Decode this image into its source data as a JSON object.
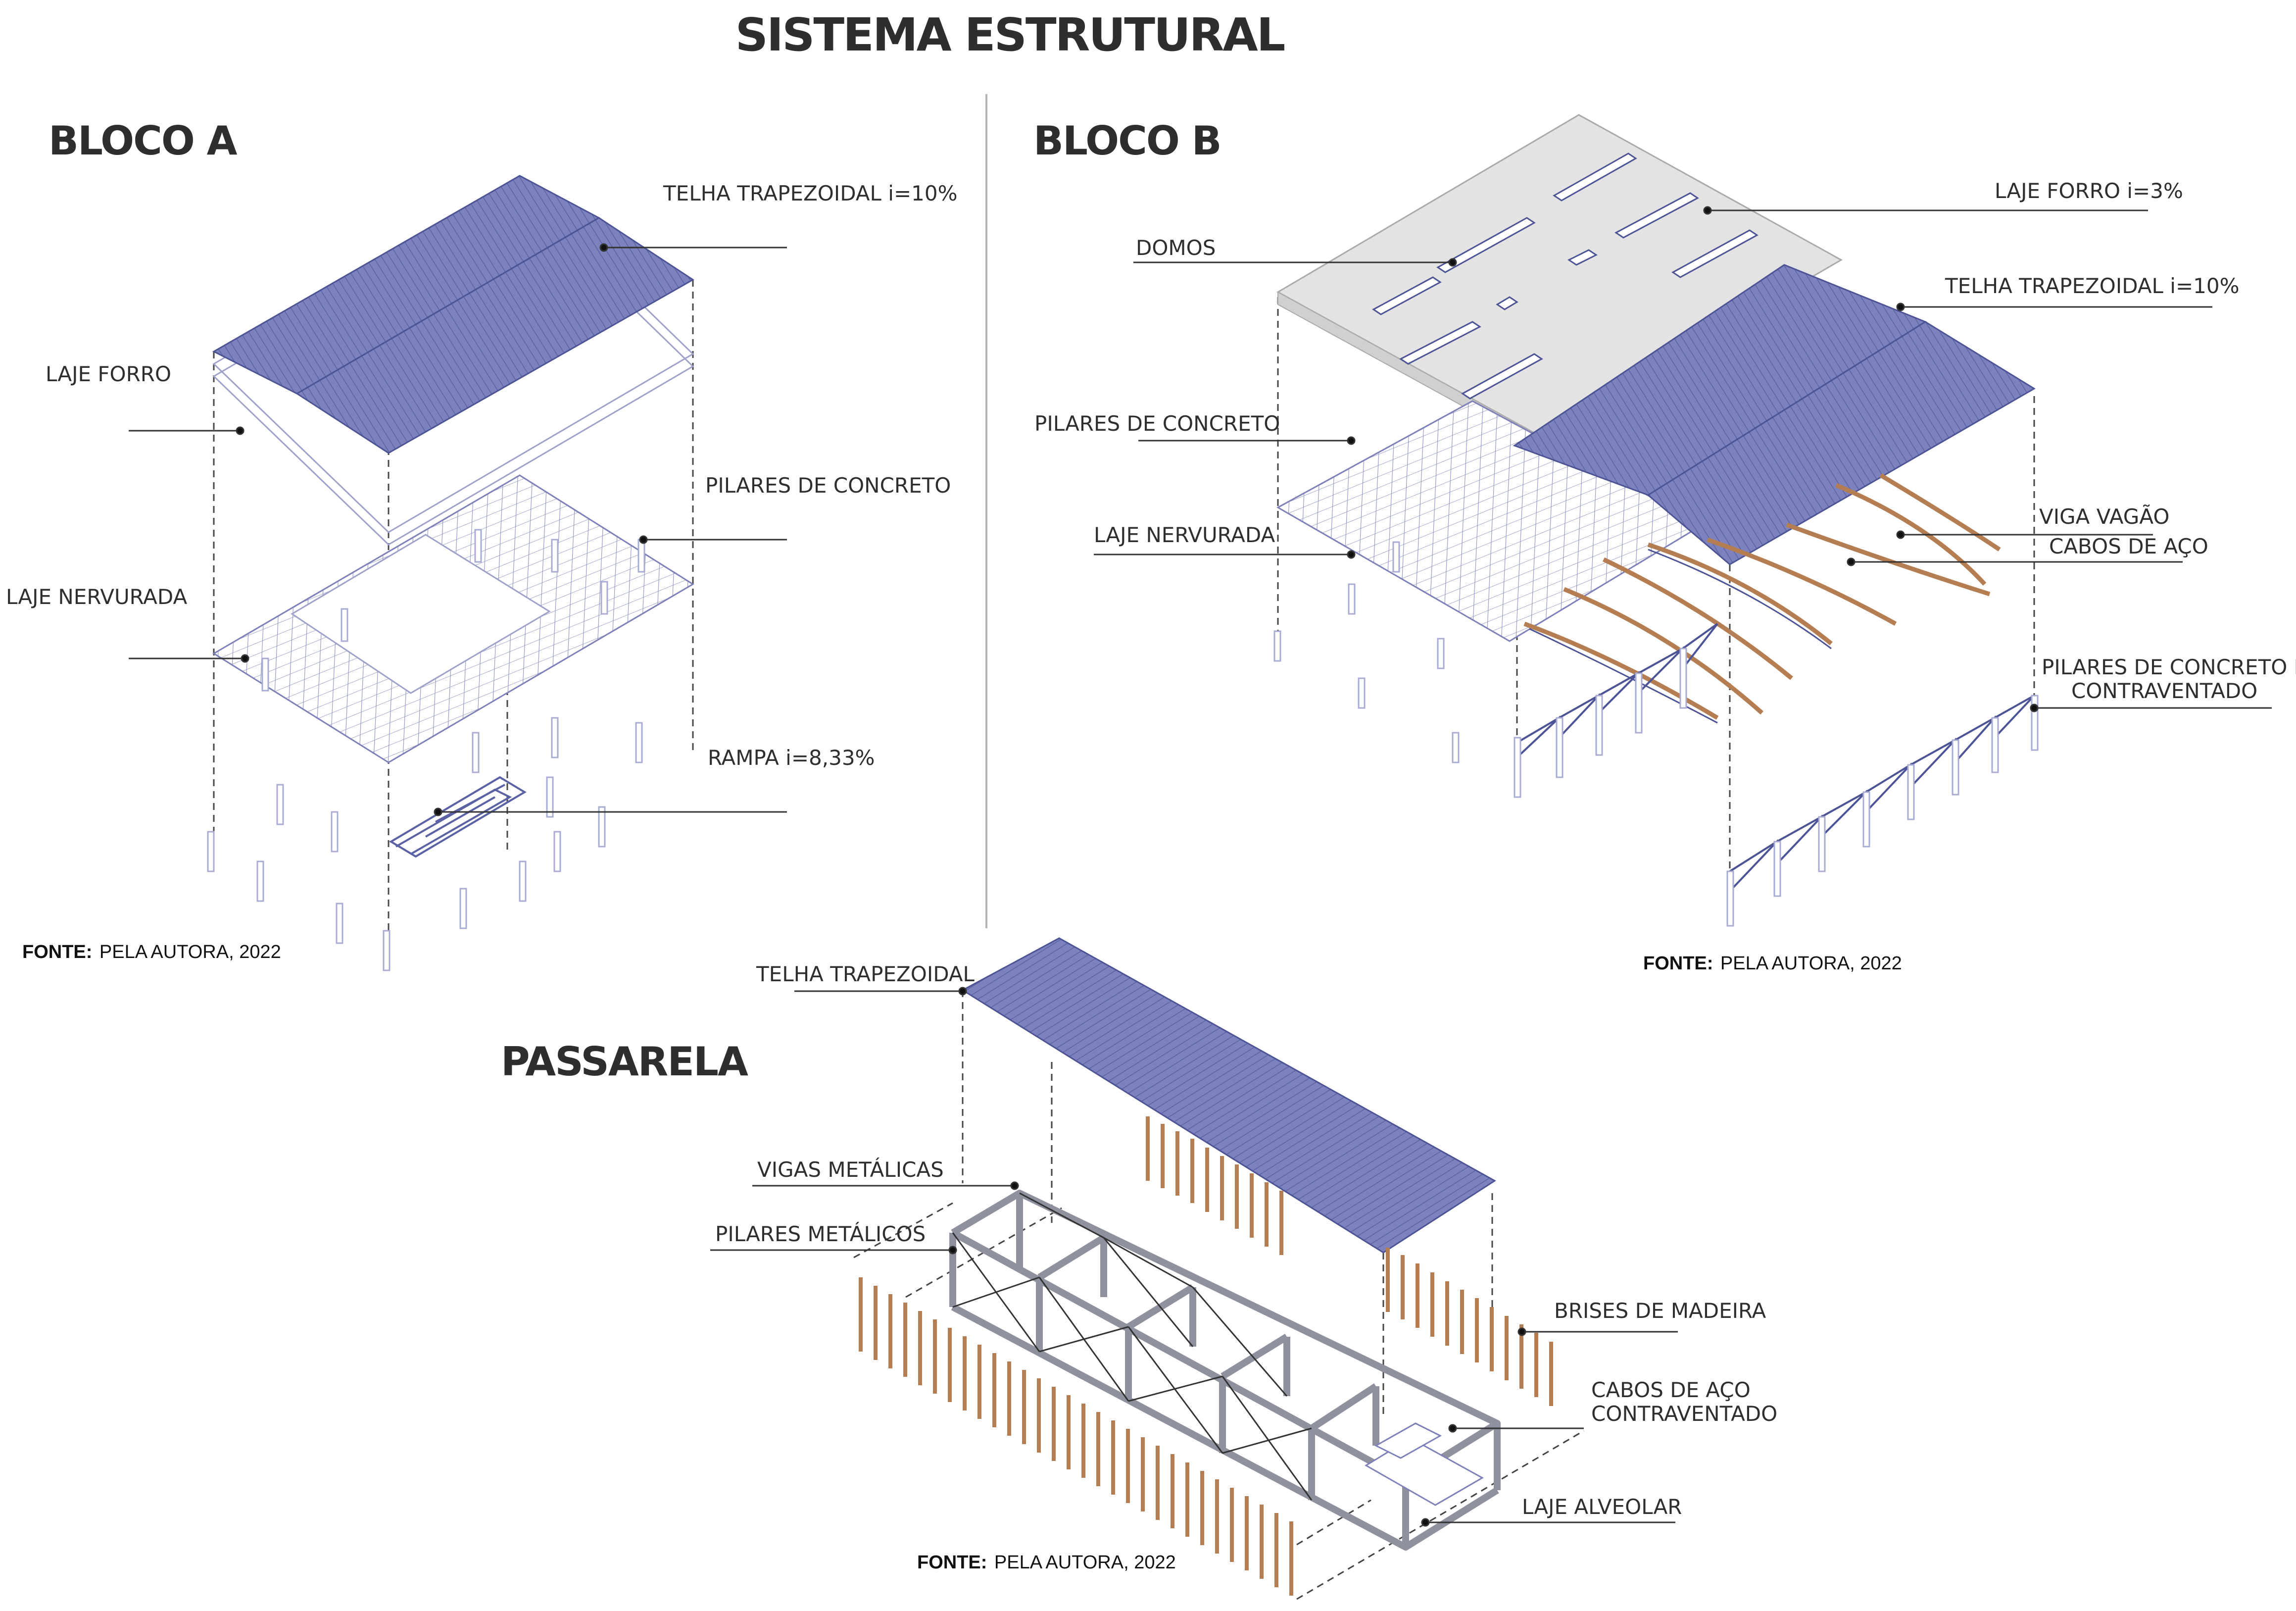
{
  "title": "SISTEMA ESTRUTURAL",
  "colors": {
    "roof": "#7b82bd",
    "roof_line": "#4d5496",
    "slab_line": "#9ea1c9",
    "timber": "#b57e52",
    "steel": "#9a9ca8",
    "text": "#2e2e2e"
  },
  "bloco_a": {
    "heading": "BLOCO A",
    "labels": {
      "telha": "TELHA TRAPEZOIDAL i=10%",
      "laje_forro": "LAJE FORRO",
      "pilares": "PILARES DE CONCRETO",
      "laje_nervurada": "LAJE NERVURADA",
      "rampa": "RAMPA i=8,33%"
    },
    "source_bold": "FONTE:",
    "source": "PELA AUTORA, 2022"
  },
  "bloco_b": {
    "heading": "BLOCO B",
    "labels": {
      "laje_forro": "LAJE FORRO i=3%",
      "domos": "DOMOS",
      "telha": "TELHA TRAPEZOIDAL i=10%",
      "pilares": "PILARES DE CONCRETO",
      "laje_nervurada": "LAJE NERVURADA",
      "viga": "VIGA VAGÃO",
      "cabos": "CABOS DE AÇO",
      "pilares_contra_1": "PILARES DE CONCRETO E",
      "pilares_contra_2": "CONTRAVENTADO"
    },
    "source_bold": "FONTE:",
    "source": "PELA AUTORA, 2022"
  },
  "passarela": {
    "heading": "PASSARELA",
    "labels": {
      "telha": "TELHA TRAPEZOIDAL",
      "vigas": "VIGAS METÁLICAS",
      "pilares": "PILARES METÁLICOS",
      "brises": "BRISES DE MADEIRA",
      "cabos_1": "CABOS DE AÇO",
      "cabos_2": "CONTRAVENTADO",
      "laje": "LAJE ALVEOLAR"
    },
    "source_bold": "FONTE:",
    "source": "PELA AUTORA, 2022"
  }
}
